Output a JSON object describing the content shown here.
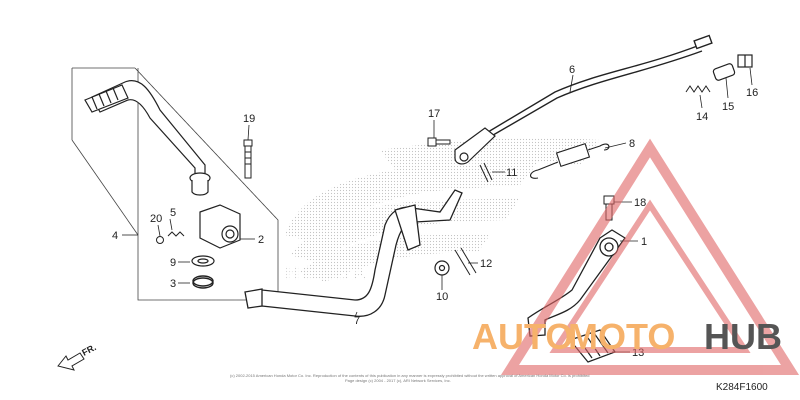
{
  "diagram": {
    "code": "K284F1600",
    "direction_label": "FR.",
    "watermark": {
      "part1": "AUTO",
      "part2": "MOTO",
      "part3": "HUB",
      "color_main": "#f6b26b",
      "color_hub": "#555555",
      "triangle_color": "#e06666"
    },
    "copyright_line1": "(c) 2002-2015 American Honda Motor Co. Inc. Reproduction of the contents of this publication in any manner is expressly prohibited without the written approval of American Honda Motor Co. is prohibited",
    "copyright_line2": "Page design (c) 2004 - 2017 (c), ARI Network Services, Inc.",
    "callouts": {
      "c1": "1",
      "c2": "2",
      "c3": "3",
      "c4": "4",
      "c5": "5",
      "c6": "6",
      "c7": "7",
      "c8": "8",
      "c9": "9",
      "c10": "10",
      "c11": "11",
      "c12": "12",
      "c13": "13",
      "c14": "14",
      "c15": "15",
      "c16": "16",
      "c17": "17",
      "c18": "18",
      "c19": "19",
      "c20": "20"
    }
  }
}
